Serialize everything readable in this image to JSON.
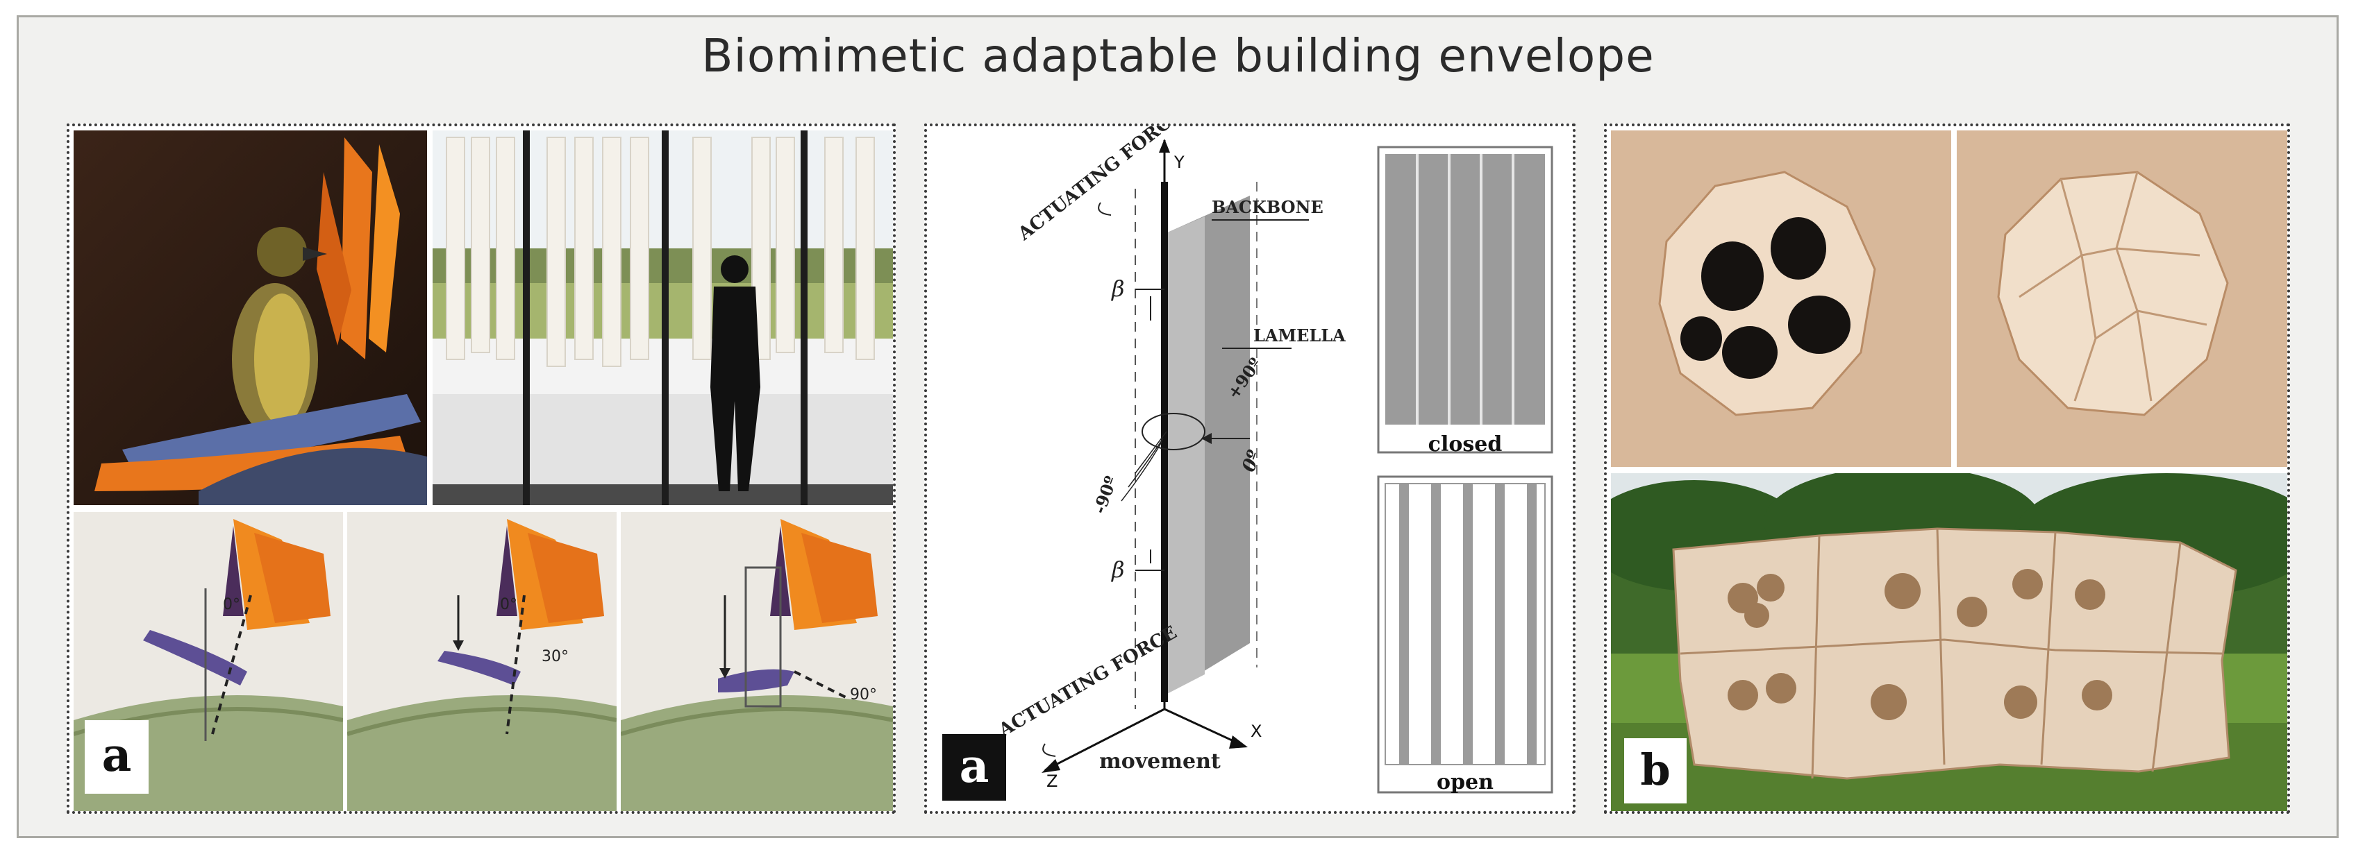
{
  "title": "Biomimetic adaptable building envelope",
  "panel_left": {
    "label": "a"
  },
  "panel_middle": {
    "label": "a",
    "axis_y": "Y",
    "axis_x": "X",
    "axis_z": "Z",
    "actuating_force_top": "ACTUATING FORCE",
    "actuating_force_bottom": "ACTUATING FORCE",
    "backbone": "BACKBONE",
    "lamella": "LAMELLA",
    "beta": "β",
    "plus90": "+90º",
    "minus90": "-90º",
    "zero": "0º",
    "movement": "movement",
    "closed": "closed",
    "open": "open"
  },
  "panel_right": {
    "label": "b"
  },
  "angles": {
    "a1": "0°",
    "a2": "0°",
    "a3": "30°",
    "a4": "90°"
  }
}
